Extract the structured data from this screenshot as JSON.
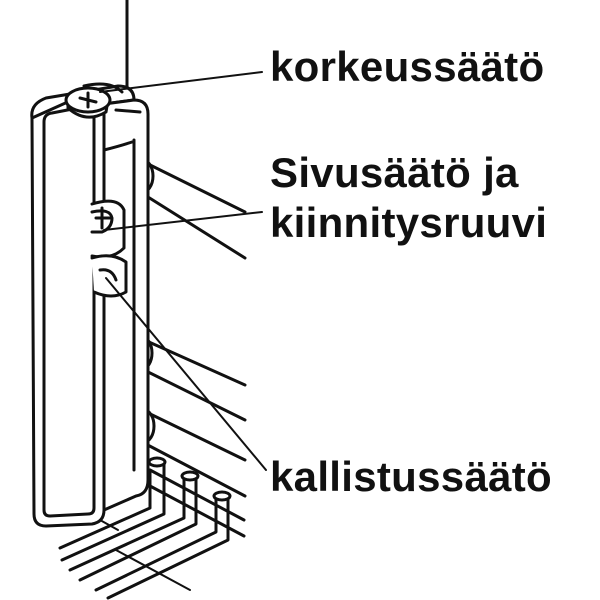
{
  "colors": {
    "ink": "#111111",
    "background": "#ffffff"
  },
  "labels": {
    "height_adjust": "korkeussäätö",
    "side_adjust_line1": "Sivusäätö ja",
    "side_adjust_line2": "kiinnitysruuvi",
    "tilt_adjust": "kallistussäätö"
  }
}
